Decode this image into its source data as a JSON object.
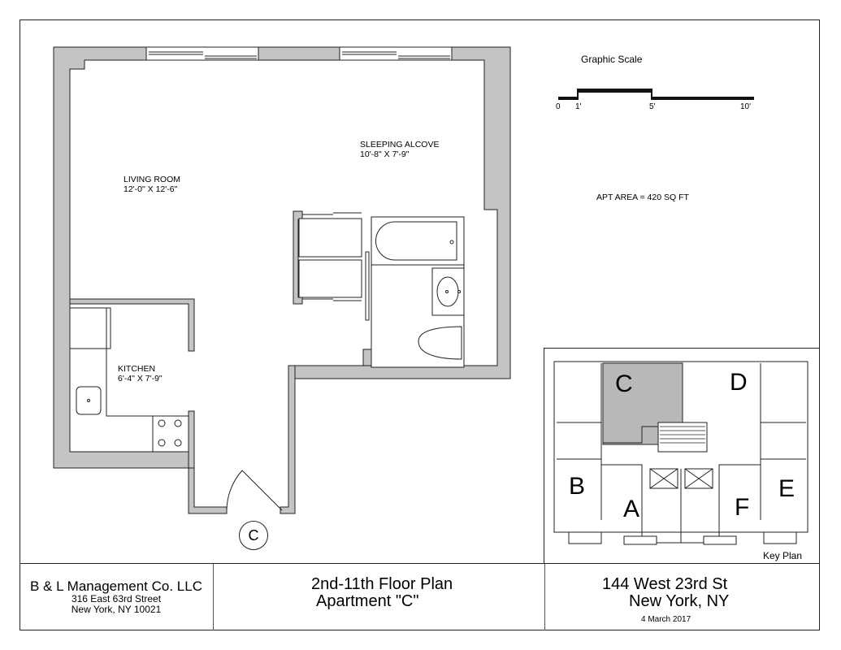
{
  "plan": {
    "rooms": [
      {
        "name": "LIVING ROOM",
        "dimensions": "12'-0\" X 12'-6\""
      },
      {
        "name": "SLEEPING ALCOVE",
        "dimensions": "10'-8\" X 7'-9\""
      },
      {
        "name": "KITCHEN",
        "dimensions": "6'-4\" X 7'-9\""
      }
    ],
    "unit_tag": "C",
    "apt_area": "APT AREA = 420 SQ FT",
    "colors": {
      "wall_fill": "#c4c4c4",
      "unit_highlight": "#b8b8b8",
      "line": "#222222"
    }
  },
  "graphic_scale": {
    "title": "Graphic Scale",
    "ticks": [
      "0",
      "1'",
      "5'",
      "10'"
    ]
  },
  "key_plan": {
    "label": "Key Plan",
    "units": [
      "C",
      "D",
      "B",
      "E",
      "A",
      "F"
    ],
    "highlighted_unit": "C"
  },
  "title_block": {
    "company": {
      "name": "B & L Management Co. LLC",
      "street": "316 East 63rd Street",
      "city": "New York, NY  10021"
    },
    "plan": {
      "line1": "2nd-11th Floor Plan",
      "line2": "Apartment \"C\""
    },
    "address": {
      "line1": "144 West 23rd St",
      "line2": "New York, NY",
      "date": "4 March 2017"
    }
  }
}
